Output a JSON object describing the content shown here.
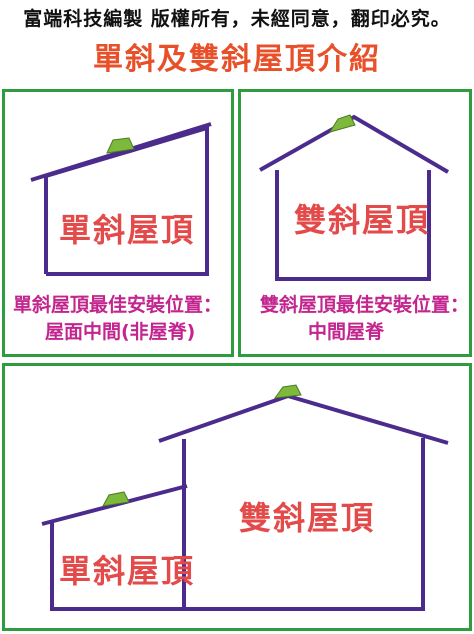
{
  "banner": {
    "text": "富端科技編製    版權所有，未經同意，翻印必究。"
  },
  "title": "單斜及雙斜屋頂介紹",
  "panels": {
    "single": {
      "roof_label": "單斜屋頂",
      "caption_line1": "單斜屋頂最佳安裝位置：",
      "caption_line2": "屋面中間(非屋脊)"
    },
    "double": {
      "roof_label": "雙斜屋頂",
      "caption_line1": "雙斜屋頂最佳安裝位置：",
      "caption_line2": "中間屋脊"
    },
    "combined": {
      "large_label": "雙斜屋頂",
      "small_label": "單斜屋頂"
    }
  },
  "colors": {
    "frame": "#2e9c3f",
    "house_outline": "#4b2c8c",
    "vent": "#7dba3c",
    "label": "#e34a4a",
    "caption": "#c2268e",
    "title": "#e8502a"
  },
  "icons": [
    "roof-vent-icon"
  ]
}
